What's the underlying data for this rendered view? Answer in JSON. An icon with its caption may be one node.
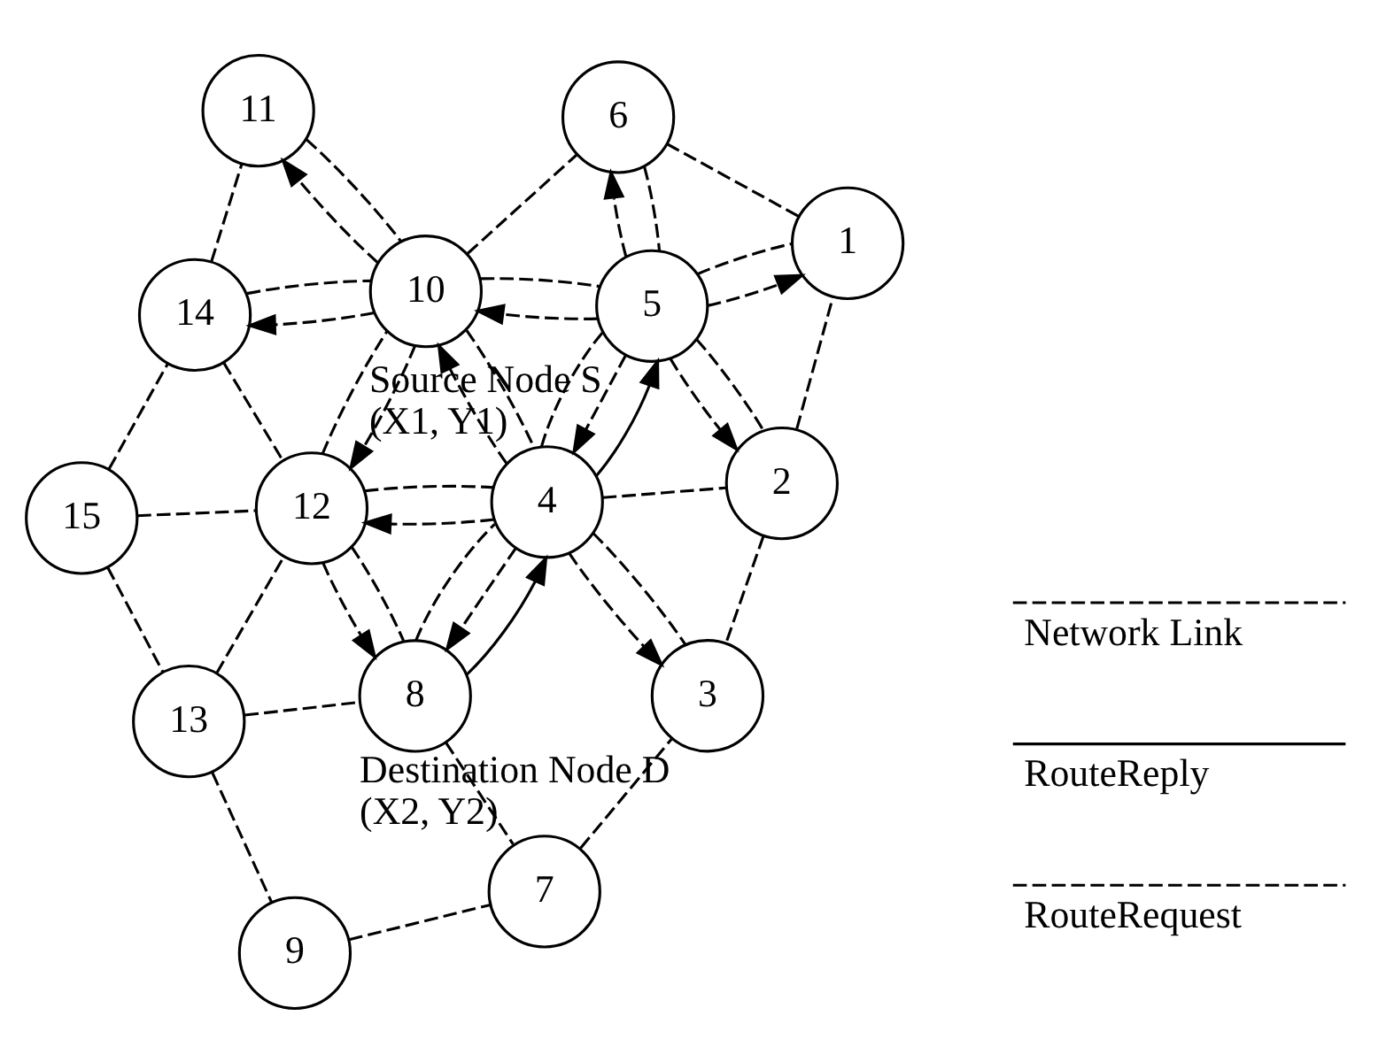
{
  "diagram": {
    "nodes": [
      {
        "text": [
          "15"
        ]
      },
      {
        "text": [
          "14"
        ]
      },
      {
        "text": [
          "13"
        ]
      },
      {
        "text": [
          "12"
        ]
      },
      {
        "text": [
          "11"
        ]
      },
      {
        "text": [
          "9"
        ]
      },
      {
        "text": [
          "8"
        ],
        "beside": [
          "Destination Node D (X2, Y2)"
        ]
      },
      {
        "text": [
          "10"
        ]
      },
      {
        "text": [
          "7"
        ]
      },
      {
        "text": [
          "4"
        ]
      },
      {
        "text": [
          "6"
        ]
      },
      {
        "text": [
          "5"
        ],
        "beside": [
          "Source Node S (X1, Y1)"
        ]
      },
      {
        "text": [
          "3"
        ]
      },
      {
        "text": [
          "2"
        ]
      },
      {
        "text": [
          "1"
        ]
      }
    ],
    "edges": [
      {
        "from": 0,
        "to": 1,
        "arrow": "none",
        "style": "dashed"
      },
      {
        "from": 0,
        "to": 3,
        "arrow": "none",
        "style": "dashed"
      },
      {
        "from": 0,
        "to": 2,
        "arrow": "none",
        "style": "dashed"
      },
      {
        "from": 1,
        "to": 3,
        "arrow": "none",
        "style": "dashed"
      },
      {
        "from": 1,
        "to": 4,
        "arrow": "none",
        "style": "dashed"
      },
      {
        "from": 1,
        "to": 7,
        "arrow": "none",
        "style": "dashed"
      },
      {
        "from": 2,
        "to": 3,
        "arrow": "none",
        "style": "dashed"
      },
      {
        "from": 2,
        "to": 6,
        "arrow": "none",
        "style": "dashed"
      },
      {
        "from": 2,
        "to": 5,
        "arrow": "none",
        "style": "dashed"
      },
      {
        "from": 3,
        "to": 7,
        "arrow": "none",
        "style": "dashed"
      },
      {
        "from": 3,
        "to": 9,
        "arrow": "none",
        "style": "dashed"
      },
      {
        "from": 3,
        "to": 6,
        "arrow": "none",
        "style": "dashed"
      },
      {
        "from": 4,
        "to": 7,
        "arrow": "none",
        "style": "dashed"
      },
      {
        "from": 7,
        "to": 10,
        "arrow": "none",
        "style": "dashed"
      },
      {
        "from": 7,
        "to": 9,
        "arrow": "none",
        "style": "dashed"
      },
      {
        "from": 7,
        "to": 11,
        "arrow": "none",
        "style": "dashed"
      },
      {
        "from": 6,
        "to": 9,
        "arrow": "none",
        "style": "dashed"
      },
      {
        "from": 6,
        "to": 8,
        "arrow": "none",
        "style": "dashed"
      },
      {
        "from": 5,
        "to": 8,
        "arrow": "none",
        "style": "dashed"
      },
      {
        "from": 8,
        "to": 12,
        "arrow": "none",
        "style": "dashed"
      },
      {
        "from": 9,
        "to": 11,
        "arrow": "none",
        "style": "dashed"
      },
      {
        "from": 9,
        "to": 13,
        "arrow": "none",
        "style": "dashed"
      },
      {
        "from": 9,
        "to": 12,
        "arrow": "none",
        "style": "dashed"
      },
      {
        "from": 10,
        "to": 11,
        "arrow": "none",
        "style": "dashed"
      },
      {
        "from": 10,
        "to": 14,
        "arrow": "none",
        "style": "dashed"
      },
      {
        "from": 11,
        "to": 14,
        "arrow": "none",
        "style": "dashed"
      },
      {
        "from": 11,
        "to": 13,
        "arrow": "none",
        "style": "dashed"
      },
      {
        "from": 13,
        "to": 12,
        "arrow": "none",
        "style": "dashed"
      },
      {
        "from": 13,
        "to": 14,
        "arrow": "none",
        "style": "dashed"
      },
      {
        "from": 11,
        "to": 7,
        "arrow": "to",
        "style": "dashed"
      },
      {
        "from": 11,
        "to": 10,
        "arrow": "to",
        "style": "dashed"
      },
      {
        "from": 11,
        "to": 9,
        "arrow": "to",
        "style": "dashed"
      },
      {
        "from": 11,
        "to": 14,
        "arrow": "to",
        "style": "dashed"
      },
      {
        "from": 11,
        "to": 13,
        "arrow": "to",
        "style": "dashed"
      },
      {
        "from": 7,
        "to": 4,
        "arrow": "to",
        "style": "dashed"
      },
      {
        "from": 7,
        "to": 1,
        "arrow": "to",
        "style": "dashed"
      },
      {
        "from": 7,
        "to": 3,
        "arrow": "to",
        "style": "dashed"
      },
      {
        "from": 9,
        "to": 7,
        "arrow": "to",
        "style": "dashed"
      },
      {
        "from": 9,
        "to": 3,
        "arrow": "to",
        "style": "dashed"
      },
      {
        "from": 9,
        "to": 6,
        "arrow": "to",
        "style": "dashed"
      },
      {
        "from": 9,
        "to": 12,
        "arrow": "to",
        "style": "dashed"
      },
      {
        "from": 3,
        "to": 6,
        "arrow": "to",
        "style": "dashed"
      },
      {
        "from": 6,
        "to": 9,
        "arrow": "to"
      },
      {
        "from": 9,
        "to": 11,
        "arrow": "to"
      }
    ],
    "legend": [
      {
        "text": "Network Link"
      },
      {
        "text": "RouteReply"
      },
      {
        "text": "RouteRequest"
      }
    ]
  }
}
